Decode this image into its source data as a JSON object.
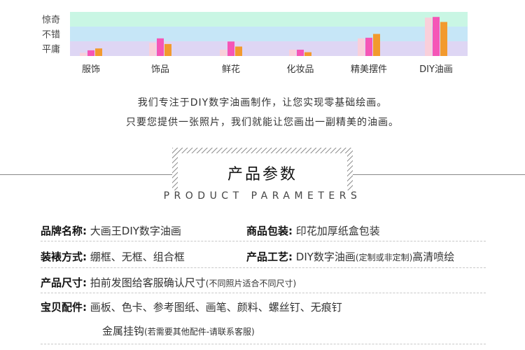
{
  "chart_data": {
    "type": "bar",
    "categories": [
      "服饰",
      "饰品",
      "鲜花",
      "化妆品",
      "精美摆件",
      "DIY油画"
    ],
    "levels": [
      "平庸",
      "不错",
      "惊奇"
    ],
    "level_colors": [
      "#ded6f4",
      "#c6e6f7",
      "#c9f6e4"
    ],
    "series": [
      {
        "values": [
          0.5,
          2.1,
          1.0,
          1.0,
          2.8,
          6.1
        ],
        "color": "#f9cfda"
      },
      {
        "values": [
          0.9,
          2.8,
          2.3,
          1.0,
          2.9,
          6.2
        ],
        "color": "#f556b7"
      },
      {
        "values": [
          1.2,
          1.9,
          1.5,
          0.6,
          3.5,
          5.4
        ],
        "color": "#f29a2e"
      }
    ],
    "ylim": [
      0,
      7
    ]
  },
  "intro": {
    "line1": "我们专注于DIY数字油画制作，让您实现零基础绘画。",
    "line2": "只要您提供一张照片，我们就能让您画出一副精美的油画。"
  },
  "section": {
    "title_cn": "产品参数",
    "title_en": "PRODUCT PARAMETERS"
  },
  "params": {
    "brand_key": "品牌名称:",
    "brand_val": "大画王DIY数字油画",
    "pack_key": "商品包装:",
    "pack_val": "印花加厚纸盒包装",
    "frame_key": "装裱方式:",
    "frame_val": "绷框、无框、组合框",
    "craft_key": "产品工艺:",
    "craft_val1": "DIY数字油画",
    "craft_val2": "(定制或非定制)",
    "craft_val3": "高清喷绘",
    "size_key": "产品尺寸:",
    "size_val1": "拍前发图给客服确认尺寸",
    "size_val2": "(不同照片适合不同尺寸)",
    "acc_key": "宝贝配件:",
    "acc_val": "画板、色卡、参考图纸、画笔、颜料、螺丝钉、无痕钉",
    "acc_extra1": "金属挂钩",
    "acc_extra2": "(若需要其他配件-请联系客服)"
  }
}
